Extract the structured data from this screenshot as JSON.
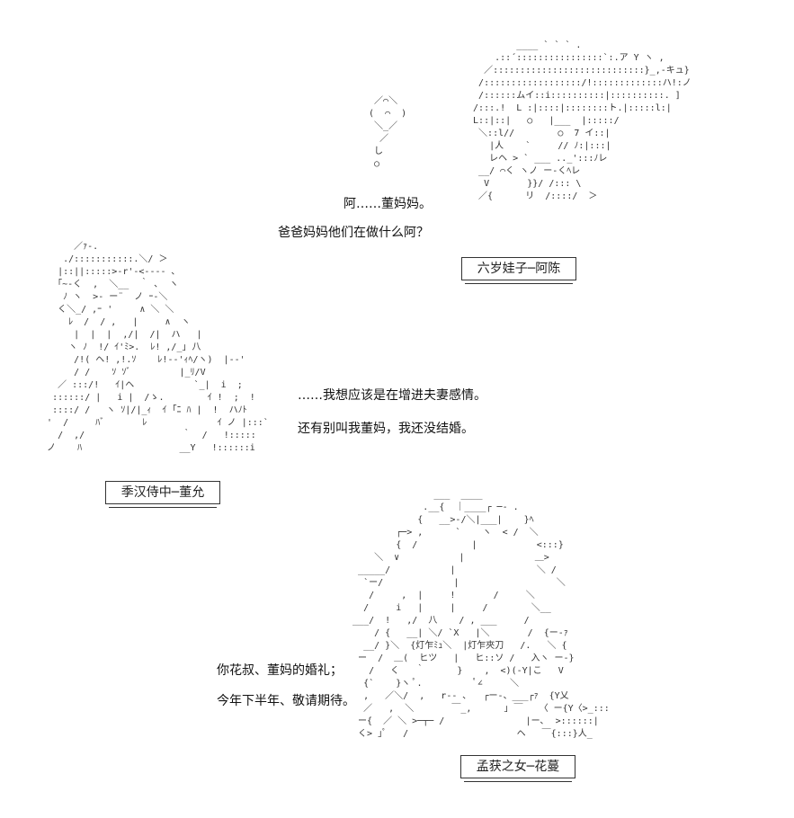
{
  "scene1": {
    "lines": [
      "阿……董妈妈。",
      "爸爸妈妈他们在做什么阿？"
    ],
    "name_tag": "六岁娃子─阿陈"
  },
  "scene2": {
    "lines": [
      "……我想应该是在增进夫妻感情。",
      "还有别叫我董妈，我还没结婚。"
    ],
    "name_tag": "季汉侍中─董允"
  },
  "scene3": {
    "lines": [
      "你花叔、董妈的婚礼；",
      "今年下半年、敬请期待。"
    ],
    "name_tag": "孟获之女─花蔓"
  }
}
